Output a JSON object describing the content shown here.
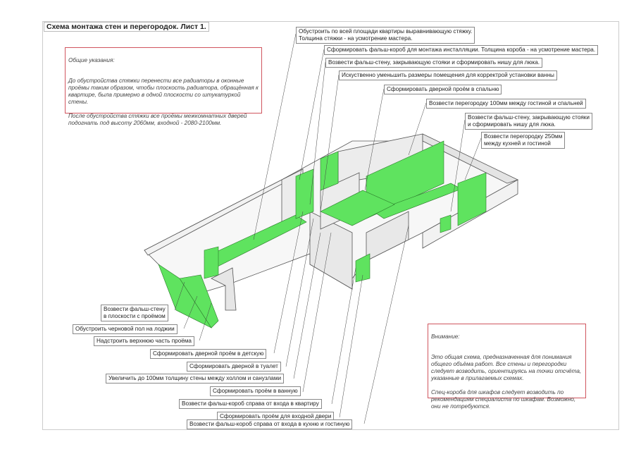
{
  "title": "Схема монтажа стен и перегородок. Лист 1.",
  "general_notes": {
    "heading": "Общие указания:",
    "text": "До обустройства стяжки перенести все радиаторы в оконные проёмы таким образом, чтобы плоскость радиатора, обращённая к квартире, была примерно в одной плоскости со штукатуркой стены.\n\nПосле обустройства стяжки все проёмы межкомнатных дверей подогнать под высоту 2060мм, входной - 2080-2100мм."
  },
  "attention": {
    "heading": "Внимание:",
    "text": "Это общая схема, предназначенная для понимания общего объёма работ. Все стены и перегородки следует возводить, ориентируясь на точки отсчёта, указанные в прилагаемых схемах.\n\nСпец-короба для шкафов следует возводить по рекомендациям специалиста по шкафам. Возможно, они не потребуются."
  },
  "colors": {
    "new_wall": "#5fe35f",
    "existing_wall": "#eeeeee",
    "note_border": "#d0555e"
  },
  "top_labels": [
    "Обустроить по всей площади квартиры выравнивающую стяжку.\nТолщина стяжки - на усмотрение мастера.",
    "Сформировать фальш-короб для монтажа инсталляции. Толщина короба - на усмотрение мастера.",
    "Возвести фальш-стену, закрывающую стояки и сформировать нишу для люка.",
    "Искуственно уменьшить размеры помещения для корректрой установки ванны",
    "Сформировать дверной проём в спальню",
    "Возвести перегородку 100мм между гостиной и спальней",
    "Возвести фальш-стену, закрывающую стояки\nи сформировать нишу для люка.",
    "Возвести перегородку 250мм\nмежду кухней и гостиной"
  ],
  "bottom_labels": [
    "Возвести фальш-стену\nв плоскости с проёмом",
    "Обустроить черновой пол на лоджии",
    "Надстроить верхнюю часть проёма",
    "Сформировать дверной проём в детскую",
    "Сформировать дверной в туалет",
    "Увеличить до 100мм толщину стены между холлом и санузлами",
    "Сформировать проём в ванную",
    "Возвести фальш-короб справа от входа в квартиру",
    "Сформировать проём для входной двери",
    "Возвести фальш-короб справа от входа в кухню и гостиную"
  ]
}
